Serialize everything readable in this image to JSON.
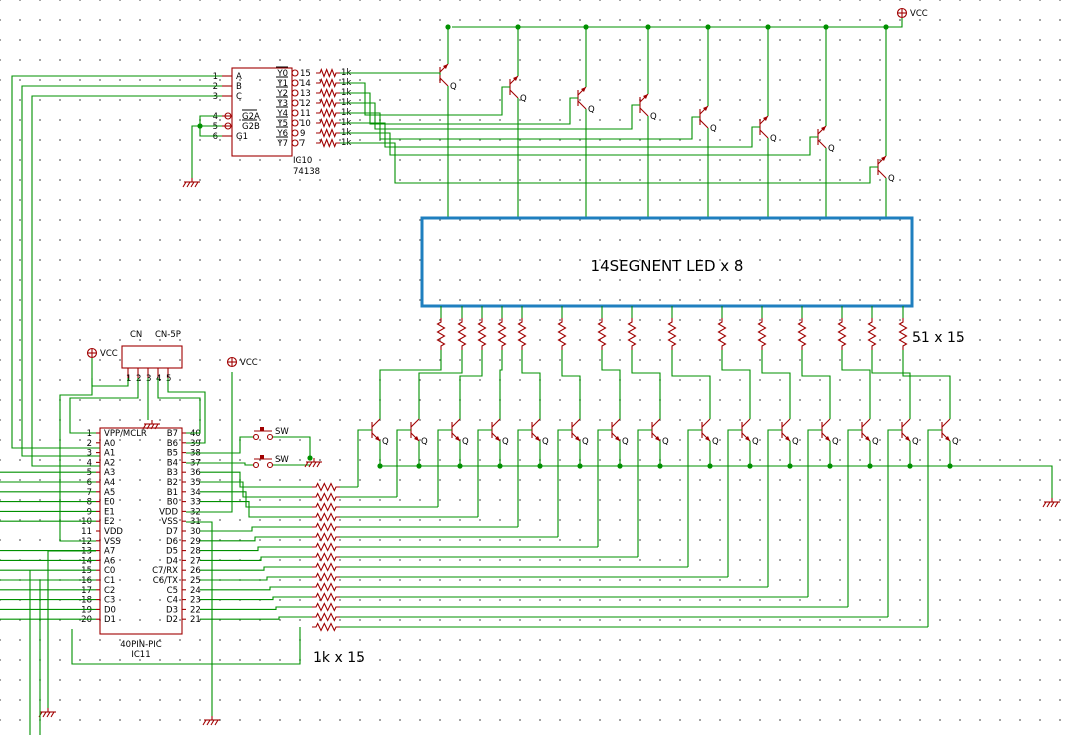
{
  "decoder": {
    "ref": "IC10",
    "part": "74138",
    "pins_left": [
      {
        "num": "1",
        "name": "A"
      },
      {
        "num": "2",
        "name": "B"
      },
      {
        "num": "3",
        "name": "C"
      },
      {
        "num": "4",
        "name": "G2A"
      },
      {
        "num": "5",
        "name": "G2B"
      },
      {
        "num": "6",
        "name": "G1"
      }
    ],
    "pins_right": [
      {
        "num": "15",
        "name": "Y0"
      },
      {
        "num": "14",
        "name": "Y1"
      },
      {
        "num": "13",
        "name": "Y2"
      },
      {
        "num": "12",
        "name": "Y3"
      },
      {
        "num": "11",
        "name": "Y4"
      },
      {
        "num": "10",
        "name": "Y5"
      },
      {
        "num": "9",
        "name": "Y6"
      },
      {
        "num": "7",
        "name": "Y7"
      }
    ],
    "resistor_label": "1k"
  },
  "display": {
    "label": "14SEGNENT LED x 8"
  },
  "segment_resistors": {
    "label": "51 x 15"
  },
  "base_resistors": {
    "label": "1k x 15"
  },
  "transistor_label": "Q",
  "power": {
    "vcc": "VCC"
  },
  "connector": {
    "ref": "CN",
    "part": "CN-5P",
    "pins": [
      "1",
      "2",
      "3",
      "4",
      "5"
    ]
  },
  "switches": [
    {
      "label": "SW"
    },
    {
      "label": "SW"
    }
  ],
  "mcu": {
    "ref": "IC11",
    "part": "40PIN-PIC",
    "pins_left": [
      {
        "num": "1",
        "name": "VPP/MCLR"
      },
      {
        "num": "2",
        "name": "A0"
      },
      {
        "num": "3",
        "name": "A1"
      },
      {
        "num": "4",
        "name": "A2"
      },
      {
        "num": "5",
        "name": "A3"
      },
      {
        "num": "6",
        "name": "A4"
      },
      {
        "num": "7",
        "name": "A5"
      },
      {
        "num": "8",
        "name": "E0"
      },
      {
        "num": "9",
        "name": "E1"
      },
      {
        "num": "10",
        "name": "E2"
      },
      {
        "num": "11",
        "name": "VDD"
      },
      {
        "num": "12",
        "name": "VSS"
      },
      {
        "num": "13",
        "name": "A7"
      },
      {
        "num": "14",
        "name": "A6"
      },
      {
        "num": "15",
        "name": "C0"
      },
      {
        "num": "16",
        "name": "C1"
      },
      {
        "num": "17",
        "name": "C2"
      },
      {
        "num": "18",
        "name": "C3"
      },
      {
        "num": "19",
        "name": "D0"
      },
      {
        "num": "20",
        "name": "D1"
      }
    ],
    "pins_right": [
      {
        "num": "40",
        "name": "B7"
      },
      {
        "num": "39",
        "name": "B6"
      },
      {
        "num": "38",
        "name": "B5"
      },
      {
        "num": "37",
        "name": "B4"
      },
      {
        "num": "36",
        "name": "B3"
      },
      {
        "num": "35",
        "name": "B2"
      },
      {
        "num": "34",
        "name": "B1"
      },
      {
        "num": "33",
        "name": "B0"
      },
      {
        "num": "32",
        "name": "VDD"
      },
      {
        "num": "31",
        "name": "VSS"
      },
      {
        "num": "30",
        "name": "D7"
      },
      {
        "num": "29",
        "name": "D6"
      },
      {
        "num": "28",
        "name": "D5"
      },
      {
        "num": "27",
        "name": "D4"
      },
      {
        "num": "26",
        "name": "C7/RX"
      },
      {
        "num": "25",
        "name": "C6/TX"
      },
      {
        "num": "24",
        "name": "C5"
      },
      {
        "num": "23",
        "name": "C4"
      },
      {
        "num": "22",
        "name": "D3"
      },
      {
        "num": "21",
        "name": "D2"
      }
    ]
  },
  "colors": {
    "wire": "#009000",
    "component": "#a00000",
    "display_border": "#1f7fbf",
    "text": "#000000"
  }
}
